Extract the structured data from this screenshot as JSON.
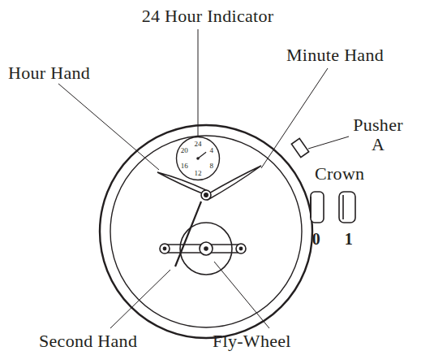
{
  "diagram": {
    "nodes": [
      {
        "text": [
          "24",
          "4",
          "8",
          "12",
          "16",
          "20"
        ]
      }
    ],
    "labels": [
      "24 Hour Indicator",
      "Hour Hand",
      "Minute Hand",
      "Pusher A",
      "Crown",
      "0",
      "1",
      "Second Hand",
      "Fly-Wheel"
    ]
  }
}
